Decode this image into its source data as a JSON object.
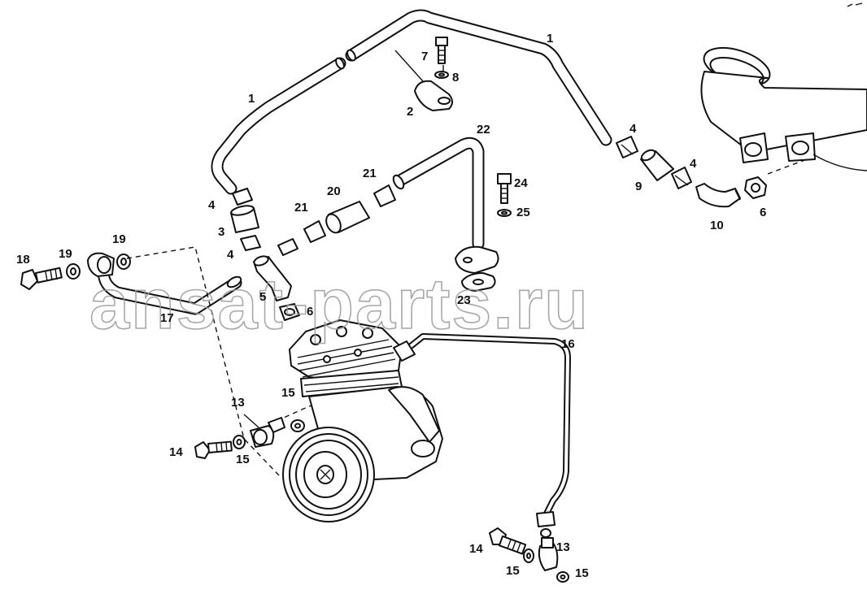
{
  "watermark": "ansat-parts.ru",
  "callouts": [
    {
      "id": "c1a",
      "text": "1"
    },
    {
      "id": "c1b",
      "text": "1"
    },
    {
      "id": "c2",
      "text": "2"
    },
    {
      "id": "c3",
      "text": "3"
    },
    {
      "id": "c4a",
      "text": "4"
    },
    {
      "id": "c4b",
      "text": "4"
    },
    {
      "id": "c4c",
      "text": "4"
    },
    {
      "id": "c4d",
      "text": "4"
    },
    {
      "id": "c5",
      "text": "5"
    },
    {
      "id": "c6a",
      "text": "6"
    },
    {
      "id": "c6b",
      "text": "6"
    },
    {
      "id": "c7",
      "text": "7"
    },
    {
      "id": "c8",
      "text": "8"
    },
    {
      "id": "c9",
      "text": "9"
    },
    {
      "id": "c10",
      "text": "10"
    },
    {
      "id": "c13a",
      "text": "13"
    },
    {
      "id": "c13b",
      "text": "13"
    },
    {
      "id": "c14a",
      "text": "14"
    },
    {
      "id": "c14b",
      "text": "14"
    },
    {
      "id": "c15a",
      "text": "15"
    },
    {
      "id": "c15b",
      "text": "15"
    },
    {
      "id": "c15c",
      "text": "15"
    },
    {
      "id": "c15d",
      "text": "15"
    },
    {
      "id": "c16",
      "text": "16"
    },
    {
      "id": "c17",
      "text": "17"
    },
    {
      "id": "c18",
      "text": "18"
    },
    {
      "id": "c19a",
      "text": "19"
    },
    {
      "id": "c19b",
      "text": "19"
    },
    {
      "id": "c20",
      "text": "20"
    },
    {
      "id": "c21a",
      "text": "21"
    },
    {
      "id": "c21b",
      "text": "21"
    },
    {
      "id": "c22",
      "text": "22"
    },
    {
      "id": "c23",
      "text": "23"
    },
    {
      "id": "c24",
      "text": "24"
    },
    {
      "id": "c25",
      "text": "25"
    }
  ]
}
